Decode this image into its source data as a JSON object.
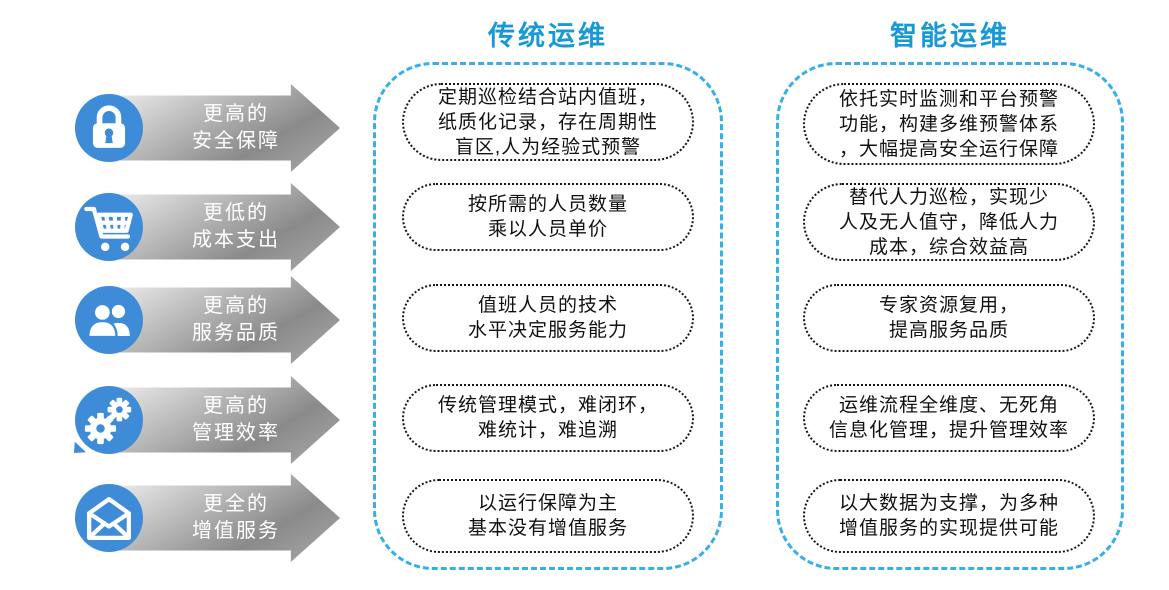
{
  "header": {
    "traditional_title": "传统运维",
    "smart_title": "智能运维"
  },
  "categories": [
    {
      "icon": "lock-icon",
      "label": [
        "更高的",
        "安全保障"
      ],
      "traditional": [
        "定期巡检结合站内值班，",
        "纸质化记录，存在周期性",
        "盲区,人为经验式预警"
      ],
      "smart": [
        "依托实时监测和平台预警",
        "功能，构建多维预警体系",
        "，大幅提高安全运行保障"
      ]
    },
    {
      "icon": "cart-icon",
      "label": [
        "更低的",
        "成本支出"
      ],
      "traditional": [
        "按所需的人员数量",
        "乘以人员单价"
      ],
      "smart": [
        "替代人力巡检，实现少",
        "人及无人值守，降低人力",
        "成本，综合效益高"
      ]
    },
    {
      "icon": "users-icon",
      "label": [
        "更高的",
        "服务品质"
      ],
      "traditional": [
        "值班人员的技术",
        "水平决定服务能力"
      ],
      "smart": [
        "专家资源复用，",
        "提高服务品质"
      ]
    },
    {
      "icon": "gears-icon",
      "label": [
        "更高的",
        "管理效率"
      ],
      "traditional": [
        "传统管理模式，难闭环，",
        "难统计，难追溯"
      ],
      "smart": [
        "运维流程全维度、无死角",
        "信息化管理，提升管理效率"
      ]
    },
    {
      "icon": "envelope-icon",
      "label": [
        "更全的",
        "增值服务"
      ],
      "traditional": [
        "以运行保障为主",
        "基本没有增值服务"
      ],
      "smart": [
        "以大数据为支撑，为多种",
        "增值服务的实现提供可能"
      ]
    }
  ],
  "colors": {
    "title_blue": "#1899D6",
    "container_dash_blue": "#35AFE7",
    "icon_circle_blue": "#3E8CD8",
    "box_dot_border": "#151515",
    "arrow_gray_light": "#efefef",
    "arrow_gray_dark": "#8a8a8a",
    "arrow_text": "#ffffff"
  }
}
